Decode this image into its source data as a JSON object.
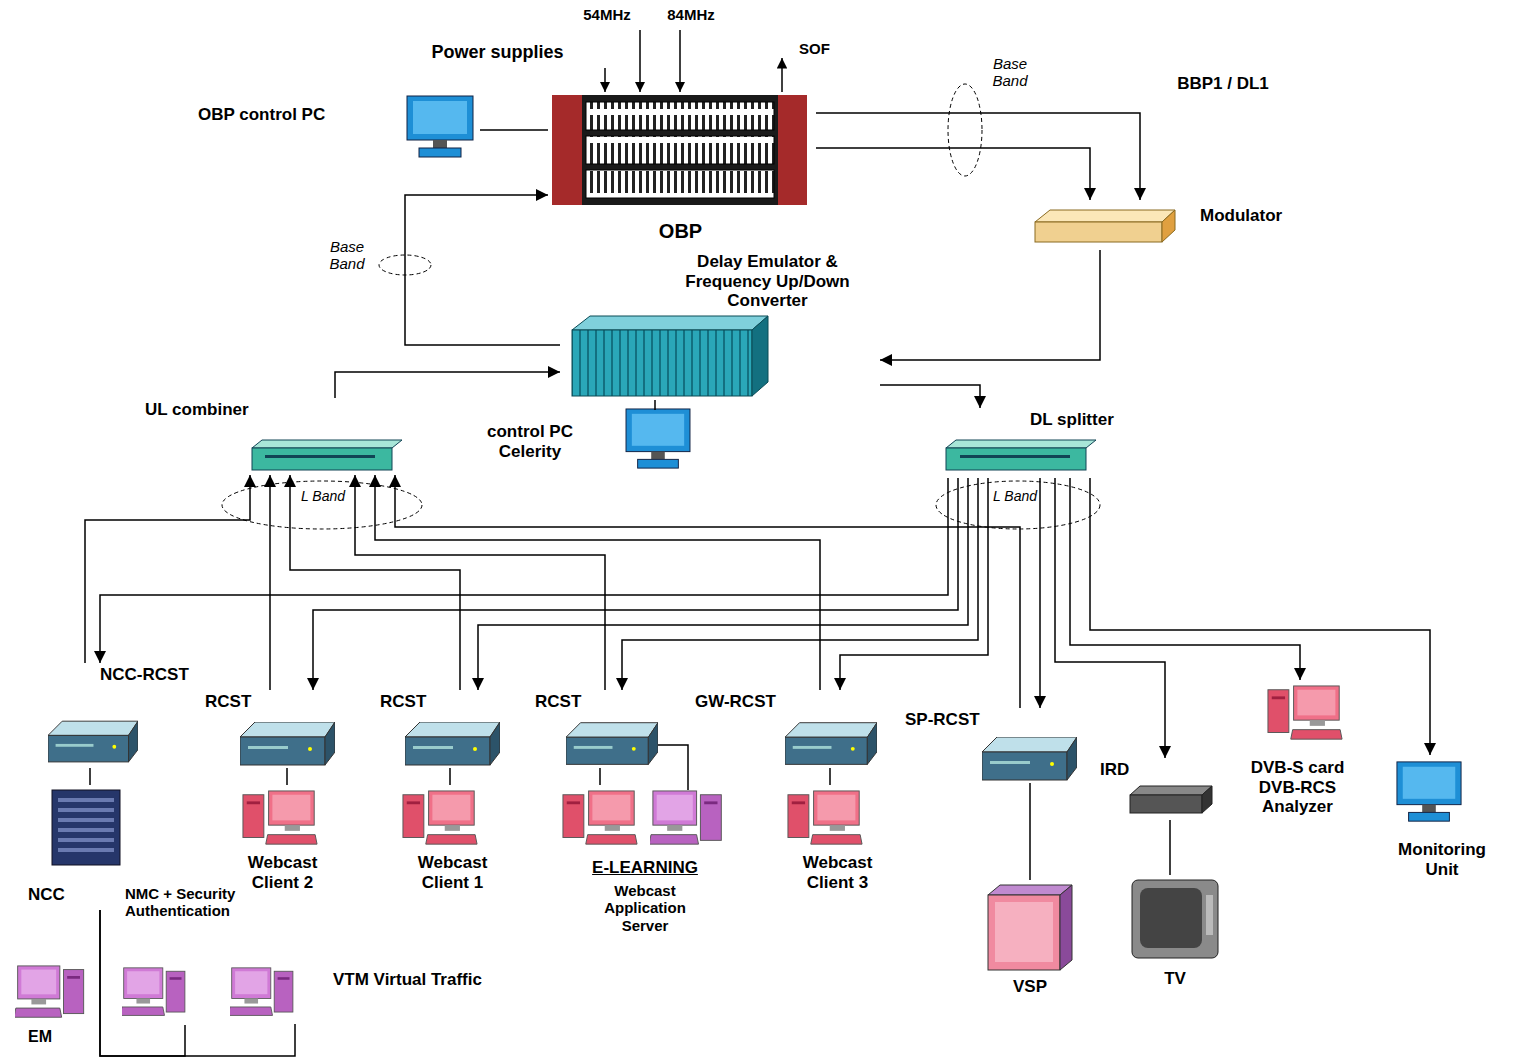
{
  "diagram": {
    "nodes": [
      {
        "text": [
          "OBP"
        ]
      },
      {
        "text": [
          "OBP control PC"
        ]
      },
      {
        "text": [
          "Modulator"
        ]
      },
      {
        "text": [
          "Delay Emulator & Frequency Up/Down Converter"
        ]
      },
      {
        "text": [
          "control PC Celerity"
        ]
      },
      {
        "text": [
          "UL combiner"
        ]
      },
      {
        "text": [
          "DL splitter"
        ]
      },
      {
        "text": [
          "NCC-RCST"
        ]
      },
      {
        "text": [
          "RCST"
        ]
      },
      {
        "text": [
          "RCST"
        ]
      },
      {
        "text": [
          "RCST"
        ]
      },
      {
        "text": [
          "GW-RCST"
        ]
      },
      {
        "text": [
          "SP-RCST"
        ]
      },
      {
        "text": [
          "IRD"
        ]
      },
      {
        "text": [
          "DVB-S card DVB-RCS Analyzer"
        ]
      },
      {
        "text": [
          "Monitoring Unit"
        ]
      },
      {
        "text": [
          "NCC"
        ]
      },
      {
        "text": [
          "Webcast Client 2"
        ]
      },
      {
        "text": [
          "Webcast Client 1"
        ]
      },
      {
        "text": [
          "E-LEARNING",
          "Webcast Application Server"
        ]
      },
      {
        "text": [
          "Webcast Client 3"
        ]
      },
      {
        "text": [
          "VSP"
        ]
      },
      {
        "text": [
          "TV"
        ]
      },
      {
        "text": [
          "EM"
        ]
      },
      {
        "text": [
          "NMC + Security Authentication"
        ]
      },
      {
        "text": [
          "VTM Virtual Traffic"
        ]
      }
    ],
    "edges": [
      {
        "from": 1,
        "to": 0,
        "arrow": "none"
      },
      {
        "from": 0,
        "to": 2,
        "arrow": "to"
      },
      {
        "from": 0,
        "to": 2,
        "arrow": "to"
      },
      {
        "from": 2,
        "to": 3,
        "arrow": "to"
      },
      {
        "from": 3,
        "to": 0,
        "arrow": "to"
      },
      {
        "from": 5,
        "to": 3,
        "arrow": "to"
      },
      {
        "from": 3,
        "to": 4,
        "arrow": "none"
      },
      {
        "from": 3,
        "to": 6,
        "arrow": "to"
      },
      {
        "from": 7,
        "to": 5,
        "arrow": "to"
      },
      {
        "from": 8,
        "to": 5,
        "arrow": "to"
      },
      {
        "from": 9,
        "to": 5,
        "arrow": "to"
      },
      {
        "from": 10,
        "to": 5,
        "arrow": "to"
      },
      {
        "from": 11,
        "to": 5,
        "arrow": "to"
      },
      {
        "from": 12,
        "to": 5,
        "arrow": "to"
      },
      {
        "from": 6,
        "to": 7,
        "arrow": "to"
      },
      {
        "from": 6,
        "to": 8,
        "arrow": "to"
      },
      {
        "from": 6,
        "to": 9,
        "arrow": "to"
      },
      {
        "from": 6,
        "to": 10,
        "arrow": "to"
      },
      {
        "from": 6,
        "to": 11,
        "arrow": "to"
      },
      {
        "from": 6,
        "to": 12,
        "arrow": "to"
      },
      {
        "from": 6,
        "to": 13,
        "arrow": "to"
      },
      {
        "from": 6,
        "to": 14,
        "arrow": "to"
      },
      {
        "from": 6,
        "to": 15,
        "arrow": "to"
      },
      {
        "from": 7,
        "to": 16,
        "arrow": "none"
      },
      {
        "from": 8,
        "to": 17,
        "arrow": "none"
      },
      {
        "from": 9,
        "to": 18,
        "arrow": "none"
      },
      {
        "from": 10,
        "to": 19,
        "arrow": "none"
      },
      {
        "from": 11,
        "to": 20,
        "arrow": "none"
      },
      {
        "from": 12,
        "to": 21,
        "arrow": "none"
      },
      {
        "from": 13,
        "to": 22,
        "arrow": "none"
      },
      {
        "from": 16,
        "to": 24,
        "arrow": "none"
      },
      {
        "from": 16,
        "to": 25,
        "arrow": "none"
      }
    ],
    "labels": [
      "Power supplies",
      "54MHz",
      "84MHz",
      "SOF",
      "Base Band",
      "BBP1 / DL1",
      "Base Band",
      "L Band",
      "L Band"
    ]
  }
}
